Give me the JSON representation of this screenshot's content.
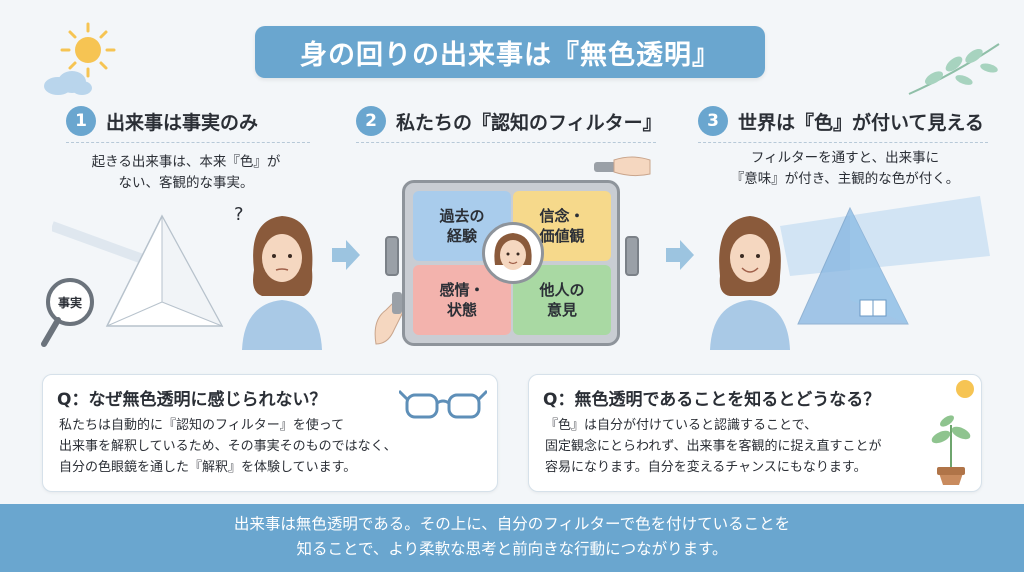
{
  "title": "身の回りの出来事は『無色透明』",
  "steps": [
    {
      "num": "1",
      "title": "出来事は事実のみ",
      "desc": "起きる出来事は、本来『色』が\nない、客観的な事実。"
    },
    {
      "num": "2",
      "title": "私たちの『認知のフィルター』"
    },
    {
      "num": "3",
      "title": "世界は『色』が付いて見える",
      "desc": "フィルターを通すと、出来事に\n『意味』が付き、主観的な色が付く。"
    }
  ],
  "magnifier_label": "事実",
  "question_mark": "?",
  "filter": {
    "quadrants": [
      "過去の\n経験",
      "信念・\n価値観",
      "感情・\n状態",
      "他人の\n意見"
    ]
  },
  "questions": [
    {
      "title": "Q：なぜ無色透明に感じられない？",
      "body": "私たちは自動的に『認知のフィルター』を使って\n出来事を解釈しているため、その事実そのものではなく、\n自分の色眼鏡を通した『解釈』を体験しています。"
    },
    {
      "title": "Q：無色透明であることを知るとどうなる？",
      "body": "『色』は自分が付けていると認識することで、\n固定観念にとらわれず、出来事を客観的に捉え直すことが\n容易になります。自分を変えるチャンスにもなります。"
    }
  ],
  "footer": "出来事は無色透明である。その上に、自分のフィルターで色を付けていることを\n知ることで、より柔軟な思考と前向きな行動につながります。",
  "colors": {
    "accent": "#6aa6cf",
    "background": "#f3f6f9"
  },
  "icons": [
    "sun-icon",
    "cloud-icon",
    "leaf-branch-icon",
    "magnifier-icon",
    "prism-icon",
    "person-icon",
    "arrow-right-icon",
    "glasses-icon",
    "plant-icon",
    "book-icon",
    "hand-icon"
  ]
}
